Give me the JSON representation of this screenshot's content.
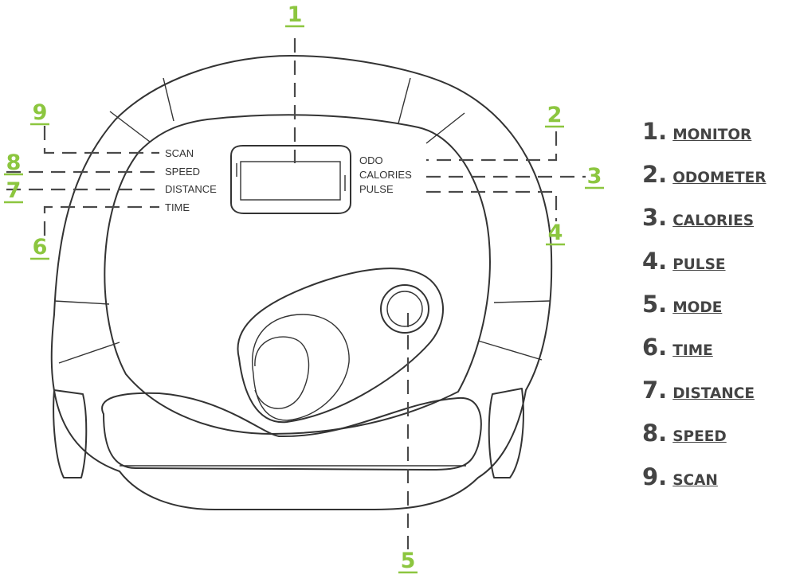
{
  "panel_labels": {
    "scan": "SCAN",
    "speed": "SPEED",
    "distance": "DISTANCE",
    "time": "TIME",
    "odo": "ODO",
    "calories": "CALORIES",
    "pulse": "PULSE"
  },
  "callouts": {
    "monitor": "1",
    "odometer": "2",
    "calories": "3",
    "pulse": "4",
    "mode": "5",
    "time": "6",
    "distance": "7",
    "speed": "8",
    "scan": "9"
  },
  "legend": [
    {
      "number": "1.",
      "label": "MONITOR"
    },
    {
      "number": "2.",
      "label": "ODOMETER"
    },
    {
      "number": "3.",
      "label": "CALORIES"
    },
    {
      "number": "4.",
      "label": "PULSE"
    },
    {
      "number": "5.",
      "label": "MODE"
    },
    {
      "number": "6.",
      "label": "TIME"
    },
    {
      "number": "7.",
      "label": "DISTANCE"
    },
    {
      "number": "8.",
      "label": "SPEED"
    },
    {
      "number": "9.",
      "label": "SCAN"
    }
  ],
  "colors": {
    "callout_number": "#8cc63f",
    "legend_text": "#444444",
    "outline": "#333333"
  }
}
